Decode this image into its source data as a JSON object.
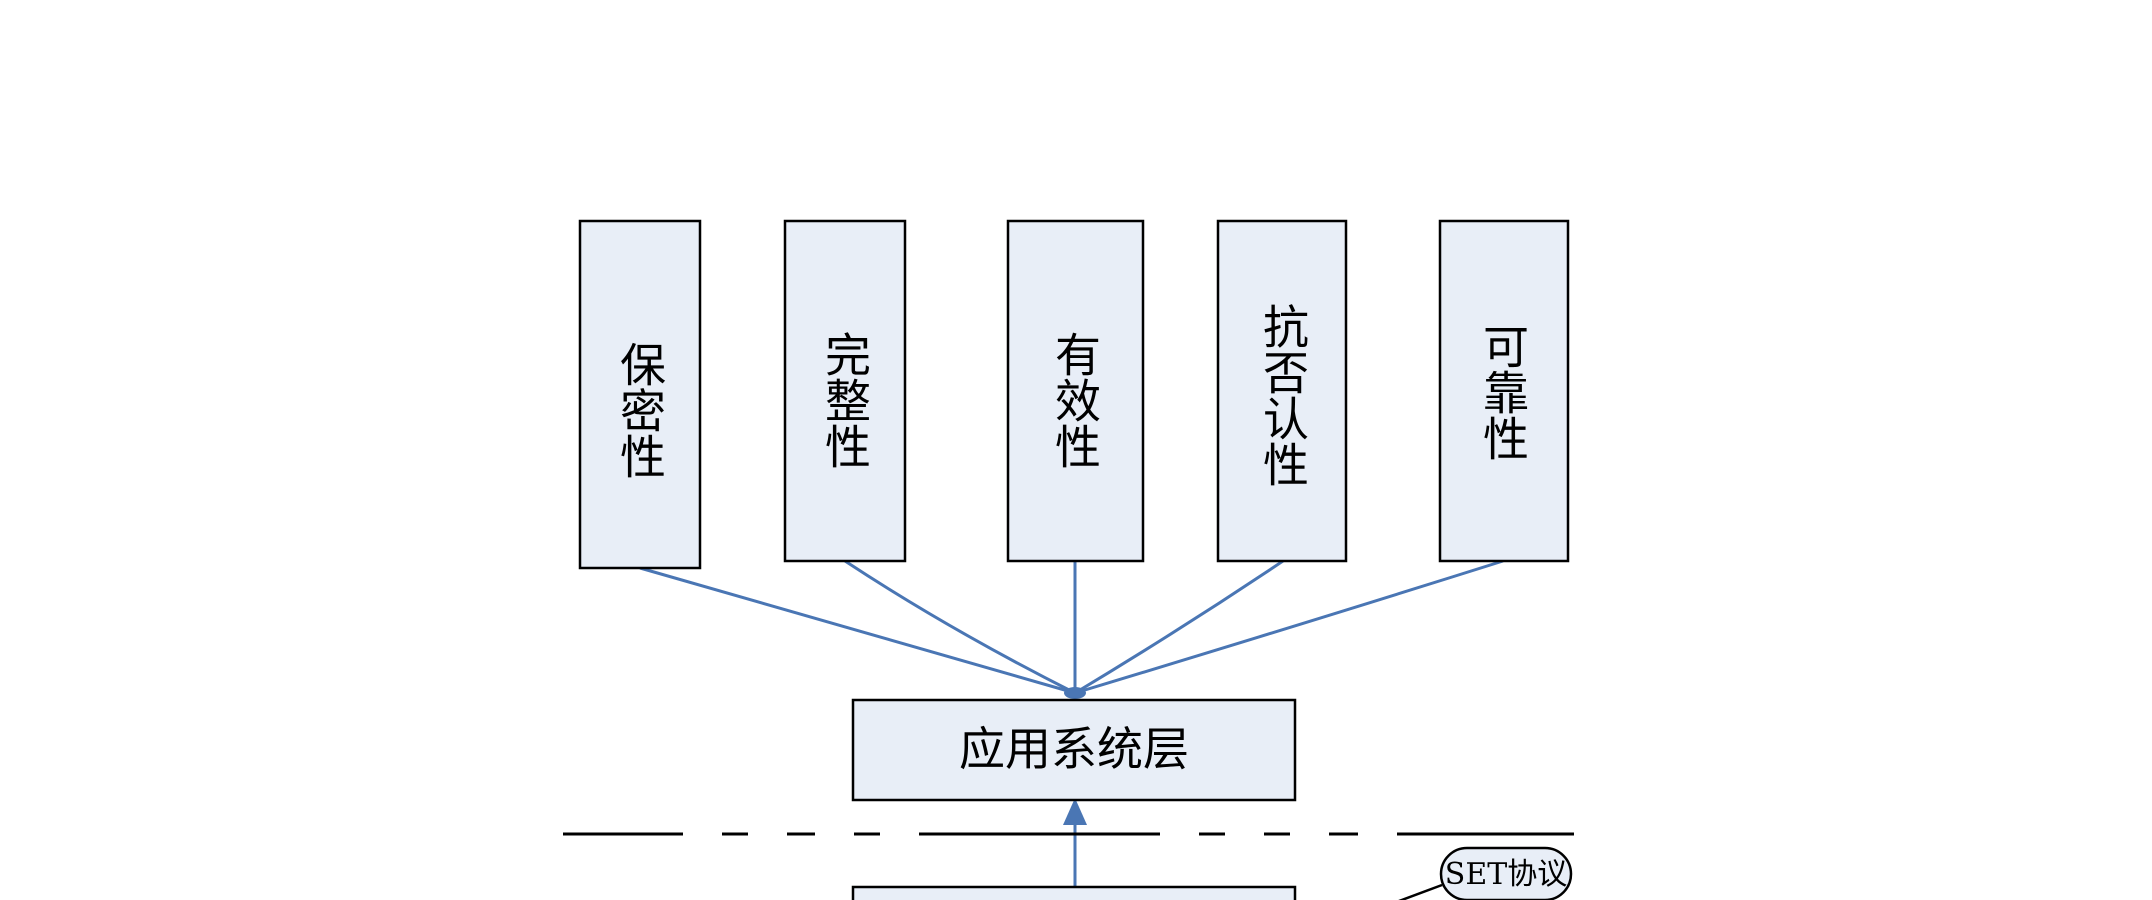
{
  "properties": [
    {
      "label": "保密性"
    },
    {
      "label": "完整性"
    },
    {
      "label": "有效性"
    },
    {
      "label": "抗否认性"
    },
    {
      "label": "可靠性"
    }
  ],
  "app_layer": {
    "label": "应用系统层"
  },
  "callout": {
    "label": "SET协议"
  },
  "colors": {
    "box_fill": "#e8eef7",
    "box_stroke": "#000000",
    "connector": "#4a76b4",
    "divider": "#000000"
  }
}
